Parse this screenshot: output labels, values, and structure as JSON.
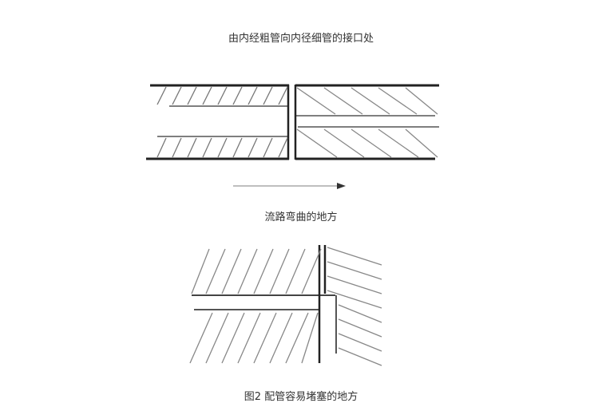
{
  "figure": {
    "title_top": "由内经粗管向内径细管的接口处",
    "label_middle": "流路弯曲的地方",
    "caption": "图2 配管容易堵塞的地方"
  }
}
